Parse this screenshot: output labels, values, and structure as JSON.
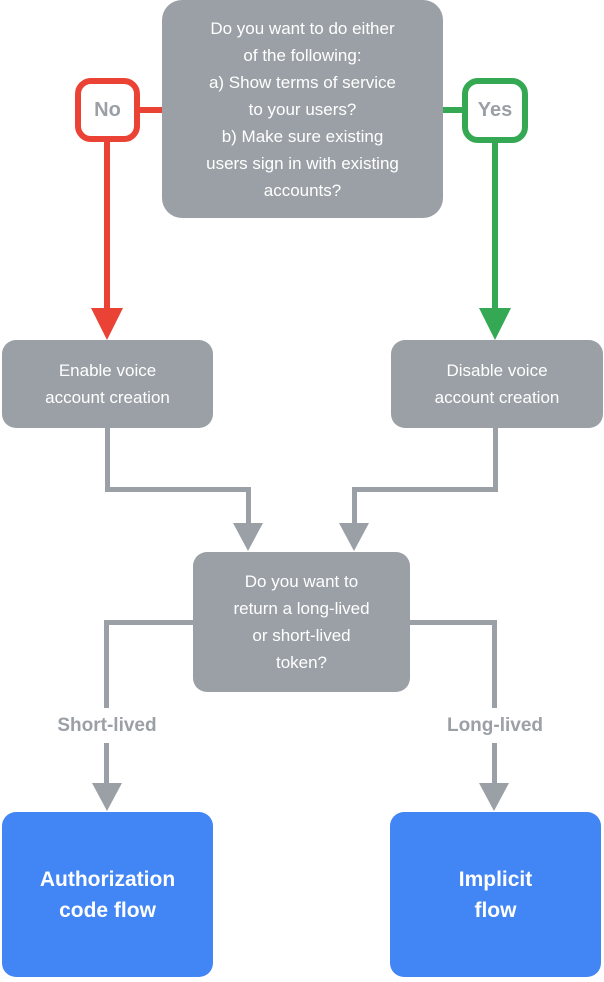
{
  "colors": {
    "gray": "#9AA0A6",
    "red": "#EA4335",
    "green": "#34A853",
    "blue": "#4285F4",
    "node_text": "#FFFFFF",
    "label_text": "#9AA0A6",
    "background": "#FFFFFF"
  },
  "nodes": {
    "root_question": "Do you want to do either\nof the following:\na) Show terms of service\nto your users?\nb) Make sure existing\nusers sign in with existing\naccounts?",
    "no_label": "No",
    "yes_label": "Yes",
    "enable": "Enable voice\naccount creation",
    "disable": "Disable voice\naccount creation",
    "token_question": "Do you want to\nreturn a long-lived\nor short-lived\ntoken?",
    "short_lived": "Short-lived",
    "long_lived": "Long-lived",
    "auth_flow": "Authorization\ncode flow",
    "implicit_flow": "Implicit\nflow"
  }
}
